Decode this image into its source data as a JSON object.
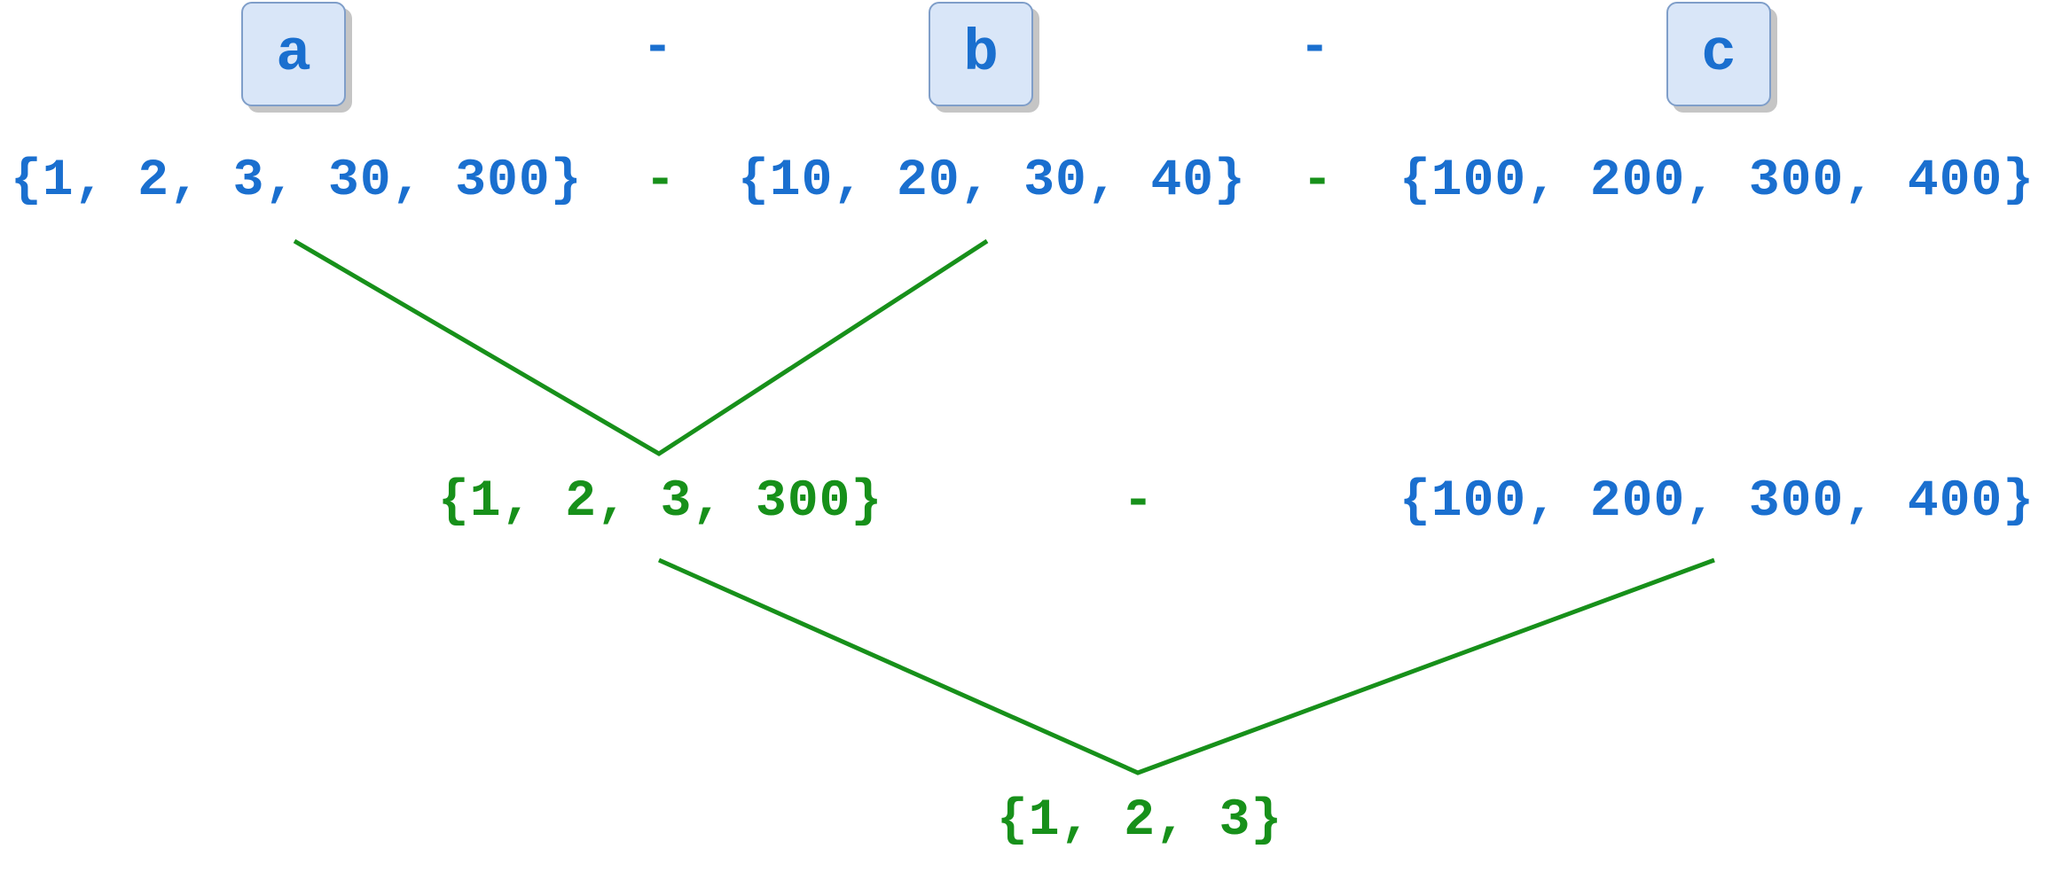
{
  "colors": {
    "blue": "#1a6fcf",
    "green": "#17901a",
    "box_fill": "#d9e6f8",
    "box_border": "#7f9ec9"
  },
  "variables": [
    {
      "label": "a"
    },
    {
      "label": "b"
    },
    {
      "label": "c"
    }
  ],
  "operators": {
    "top_1": "-",
    "top_2": "-",
    "row1_1": "-",
    "row1_2": "-",
    "row2_1": "-"
  },
  "sets": {
    "a": "{1, 2, 3, 30, 300}",
    "b": "{10, 20, 30, 40}",
    "c": "{100, 200, 300, 400}",
    "a_minus_b": "{1, 2, 3, 300}",
    "c_repeat": "{100, 200, 300, 400}",
    "result": "{1, 2, 3}"
  }
}
